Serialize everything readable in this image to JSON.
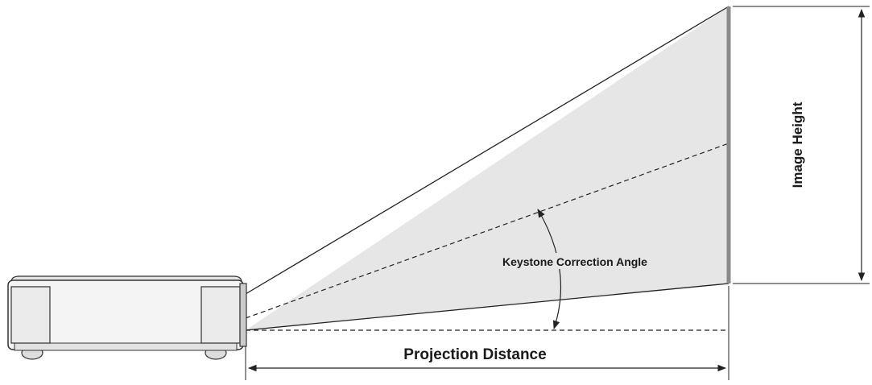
{
  "labels": {
    "image_height": "Image Height",
    "keystone_angle": "Keystone Correction Angle",
    "projection_distance": "Projection Distance"
  },
  "colors": {
    "beam_fill": "#e6e6e6",
    "line": "#222222",
    "screen": "#8a8a8a",
    "projector_body": "#f4f4f4",
    "projector_outline": "#333333"
  }
}
